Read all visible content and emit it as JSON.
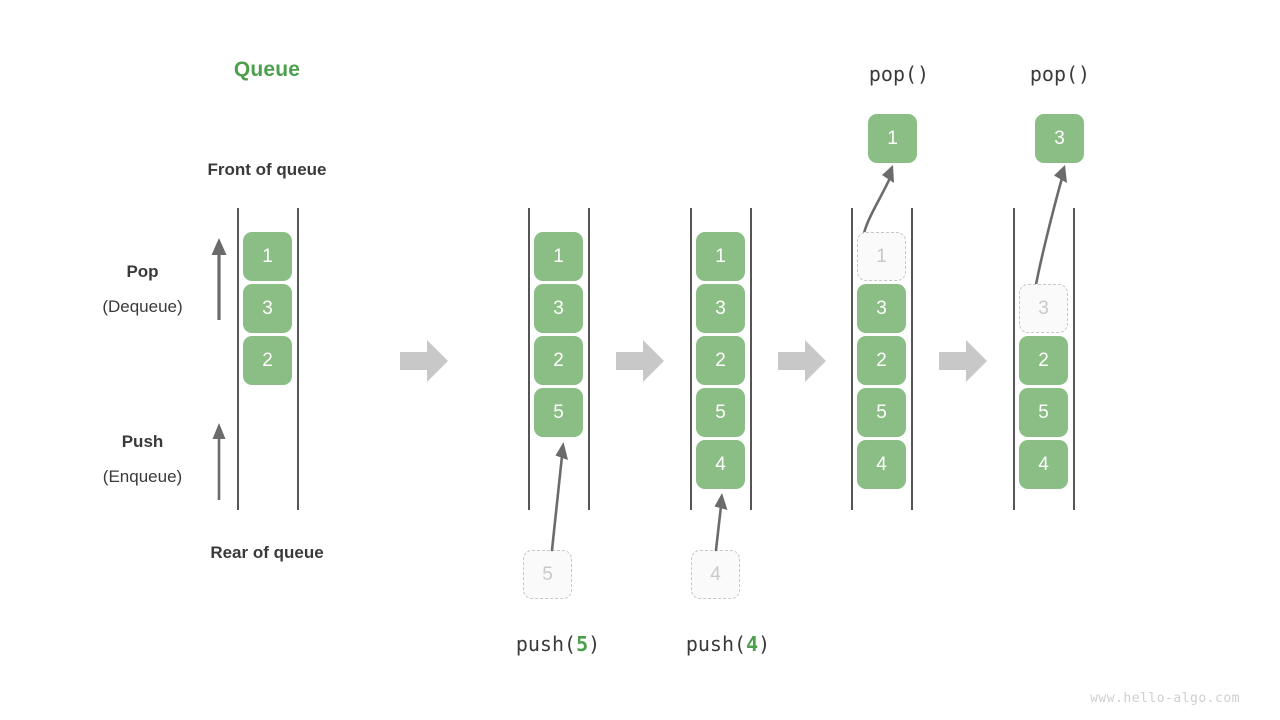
{
  "title": "Queue",
  "colors": {
    "accent_green": "#4CA04C",
    "cell_fill": "#8BBE84",
    "cell_text": "#ffffff",
    "ghost_border": "#c8c8c8",
    "ghost_text": "#c9c9c9",
    "rail": "#555555",
    "arrow": "#6b6b6b",
    "step_arrow": "#c8c8c8",
    "text": "#3a3a3a",
    "watermark": "#cfcfcf"
  },
  "labels": {
    "front_of_queue": "Front of queue",
    "rear_of_queue": "Rear of queue",
    "pop": "Pop",
    "pop_sub": "(Dequeue)",
    "push": "Push",
    "push_sub": "(Enqueue)"
  },
  "stages": [
    {
      "id": "initial",
      "name": "initial-queue",
      "cells": [
        {
          "value": "1",
          "state": "filled"
        },
        {
          "value": "3",
          "state": "filled"
        },
        {
          "value": "2",
          "state": "filled"
        }
      ],
      "incoming": null,
      "popped": null,
      "caption": null,
      "op_label": null
    },
    {
      "id": "push5",
      "name": "queue-after-push-5",
      "cells": [
        {
          "value": "1",
          "state": "filled"
        },
        {
          "value": "3",
          "state": "filled"
        },
        {
          "value": "2",
          "state": "filled"
        },
        {
          "value": "5",
          "state": "filled"
        }
      ],
      "incoming": {
        "value": "5",
        "state": "ghost"
      },
      "popped": null,
      "caption": {
        "prefix": "push(",
        "highlight": "5",
        "suffix": ")"
      },
      "op_label": null
    },
    {
      "id": "push4",
      "name": "queue-after-push-4",
      "cells": [
        {
          "value": "1",
          "state": "filled"
        },
        {
          "value": "3",
          "state": "filled"
        },
        {
          "value": "2",
          "state": "filled"
        },
        {
          "value": "5",
          "state": "filled"
        },
        {
          "value": "4",
          "state": "filled"
        }
      ],
      "incoming": {
        "value": "4",
        "state": "ghost"
      },
      "popped": null,
      "caption": {
        "prefix": "push(",
        "highlight": "4",
        "suffix": ")"
      },
      "op_label": null
    },
    {
      "id": "pop1",
      "name": "queue-after-pop-1",
      "cells": [
        {
          "value": "1",
          "state": "ghost"
        },
        {
          "value": "3",
          "state": "filled"
        },
        {
          "value": "2",
          "state": "filled"
        },
        {
          "value": "5",
          "state": "filled"
        },
        {
          "value": "4",
          "state": "filled"
        }
      ],
      "incoming": null,
      "popped": {
        "value": "1",
        "state": "filled"
      },
      "caption": null,
      "op_label": "pop()"
    },
    {
      "id": "pop3",
      "name": "queue-after-pop-3",
      "cells": [
        {
          "value": "",
          "state": "empty"
        },
        {
          "value": "3",
          "state": "ghost"
        },
        {
          "value": "2",
          "state": "filled"
        },
        {
          "value": "5",
          "state": "filled"
        },
        {
          "value": "4",
          "state": "filled"
        }
      ],
      "incoming": null,
      "popped": {
        "value": "3",
        "state": "filled"
      },
      "caption": null,
      "op_label": "pop()"
    }
  ],
  "watermark": "www.hello-algo.com"
}
